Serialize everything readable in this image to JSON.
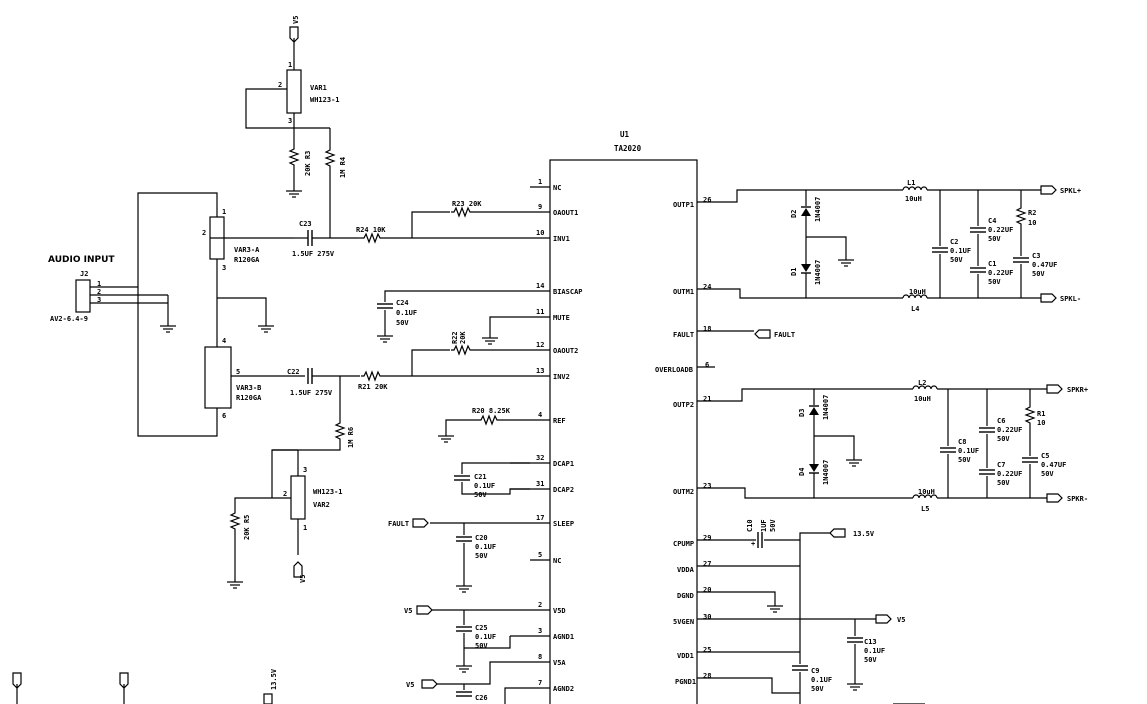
{
  "audio_input": {
    "title": "AUDIO INPUT",
    "ref": "J2",
    "part": "AV2-6.4-9",
    "pins": [
      "1",
      "2",
      "3"
    ]
  },
  "ic": {
    "ref": "U1",
    "part": "TA2020",
    "left_pins": [
      {
        "num": "1",
        "name": "NC"
      },
      {
        "num": "9",
        "name": "OAOUT1"
      },
      {
        "num": "10",
        "name": "INV1"
      },
      {
        "num": "14",
        "name": "BIASCAP"
      },
      {
        "num": "11",
        "name": "MUTE"
      },
      {
        "num": "12",
        "name": "OAOUT2"
      },
      {
        "num": "13",
        "name": "INV2"
      },
      {
        "num": "4",
        "name": "REF"
      },
      {
        "num": "32",
        "name": "DCAP1"
      },
      {
        "num": "31",
        "name": "DCAP2"
      },
      {
        "num": "17",
        "name": "SLEEP"
      },
      {
        "num": "5",
        "name": "NC"
      },
      {
        "num": "2",
        "name": "V5D"
      },
      {
        "num": "3",
        "name": "AGND1"
      },
      {
        "num": "8",
        "name": "V5A"
      },
      {
        "num": "7",
        "name": "AGND2"
      }
    ],
    "right_pins": [
      {
        "num": "26",
        "name": "OUTP1"
      },
      {
        "num": "24",
        "name": "OUTM1"
      },
      {
        "num": "18",
        "name": "FAULT"
      },
      {
        "num": "6",
        "name": "OVERLOADB"
      },
      {
        "num": "21",
        "name": "OUTP2"
      },
      {
        "num": "23",
        "name": "OUTM2"
      },
      {
        "num": "29",
        "name": "CPUMP"
      },
      {
        "num": "27",
        "name": "VDDA"
      },
      {
        "num": "20",
        "name": "DGND"
      },
      {
        "num": "30",
        "name": "5VGEN"
      },
      {
        "num": "25",
        "name": "VDD1"
      },
      {
        "num": "28",
        "name": "PGND1"
      }
    ]
  },
  "ports": {
    "v5": "V5",
    "fault": "FAULT",
    "v13": "13.5V",
    "spkl_p": "SPKL+",
    "spkl_m": "SPKL-",
    "spkr_p": "SPKR+",
    "spkr_m": "SPKR-"
  },
  "components": {
    "var1": {
      "ref": "VAR1",
      "part": "WH123-1",
      "pins": [
        "1",
        "2",
        "3"
      ]
    },
    "var2": {
      "ref": "VAR2",
      "part": "WH123-1",
      "pins": [
        "3",
        "2",
        "1"
      ]
    },
    "var3a": {
      "ref": "VAR3-A",
      "part": "R120GA",
      "pins": [
        "1",
        "2",
        "3"
      ]
    },
    "var3b": {
      "ref": "VAR3-B",
      "part": "R120GA",
      "pins": [
        "4",
        "5",
        "6"
      ]
    },
    "r3": "20K R3",
    "r4": "1M R4",
    "r5": "20K R5",
    "r6": "1M R6",
    "r21": "R21 20K",
    "r22a": "R22",
    "r22b": "20K",
    "r23": "R23 20K",
    "r24": "R24 10K",
    "r20": "R20 8.25K",
    "r1": {
      "ref": "R1",
      "val": "10"
    },
    "r2": {
      "ref": "R2",
      "val": "10"
    },
    "c22": {
      "ref": "C22",
      "val": "1.5UF 275V"
    },
    "c23": {
      "ref": "C23",
      "val": "1.5UF 275V"
    },
    "c24": {
      "ref": "C24",
      "val": "0.1UF",
      "volt": "50V"
    },
    "c21": {
      "ref": "C21",
      "val": "0.1UF",
      "volt": "50V"
    },
    "c20": {
      "ref": "C20",
      "val": "0.1UF",
      "volt": "50V"
    },
    "c25": {
      "ref": "C25",
      "val": "0.1UF",
      "volt": "50V"
    },
    "c26": {
      "ref": "C26"
    },
    "c10": {
      "ref": "C10",
      "val": "1UF",
      "volt": "50V"
    },
    "c13": {
      "ref": "C13",
      "val": "0.1UF",
      "volt": "50V"
    },
    "c9": {
      "ref": "C9",
      "val": "0.1UF",
      "volt": "50V"
    },
    "c1": {
      "ref": "C1",
      "val": "0.22UF",
      "volt": "50V"
    },
    "c2": {
      "ref": "C2",
      "val": "0.1UF",
      "volt": "50V"
    },
    "c3": {
      "ref": "C3",
      "val": "0.47UF",
      "volt": "50V"
    },
    "c4": {
      "ref": "C4",
      "val": "0.22UF",
      "volt": "50V"
    },
    "c5": {
      "ref": "C5",
      "val": "0.47UF",
      "volt": "50V"
    },
    "c6": {
      "ref": "C6",
      "val": "0.22UF",
      "volt": "50V"
    },
    "c7": {
      "ref": "C7",
      "val": "0.22UF",
      "volt": "50V"
    },
    "c8": {
      "ref": "C8",
      "val": "0.1UF",
      "volt": "50V"
    },
    "l1": {
      "ref": "L1",
      "val": "10uH"
    },
    "l2": {
      "ref": "L2",
      "val": "10uH"
    },
    "l4": {
      "ref": "L4",
      "val": "10uH"
    },
    "l5": {
      "ref": "L5",
      "val": "10uH"
    },
    "d1": {
      "ref": "D1",
      "part": "1N4007"
    },
    "d2": {
      "ref": "D2",
      "part": "1N4007"
    },
    "d3": {
      "ref": "D3",
      "part": "1N4007"
    },
    "d4": {
      "ref": "D4",
      "part": "1N4007"
    }
  }
}
